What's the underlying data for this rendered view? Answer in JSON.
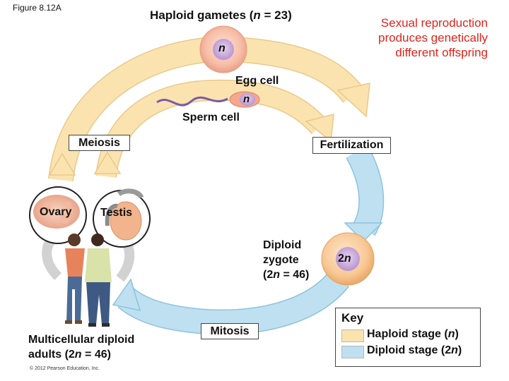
{
  "figure_label": "Figure 8.12A",
  "caption": [
    "Sexual reproduction",
    "produces genetically",
    "different offspring"
  ],
  "labels": {
    "haploid_gametes_prefix": "Haploid gametes (",
    "haploid_gametes_n": "n",
    "haploid_gametes_suffix": " = 23)",
    "egg_cell": "Egg cell",
    "sperm_cell": "Sperm cell",
    "egg_nucleus": "n",
    "sperm_nucleus": "n",
    "zygote_nucleus_prefix": "2",
    "zygote_nucleus_n": "n",
    "diploid_zygote_line1": "Diploid",
    "diploid_zygote_line2": "zygote",
    "diploid_zygote_line3_prefix": "(2",
    "diploid_zygote_line3_n": "n",
    "diploid_zygote_line3_suffix": " = 46)",
    "ovary": "Ovary",
    "testis": "Testis",
    "adults_line1": "Multicellular diploid",
    "adults_line2_prefix": "adults (2",
    "adults_line2_n": "n",
    "adults_line2_suffix": " = 46)"
  },
  "boxes": {
    "meiosis": "Meiosis",
    "fertilization": "Fertilization",
    "mitosis": "Mitosis"
  },
  "key": {
    "title": "Key",
    "haploid_prefix": "Haploid stage (",
    "haploid_n": "n",
    "haploid_suffix": ")",
    "diploid_prefix": "Diploid stage (2",
    "diploid_n": "n",
    "diploid_suffix": ")"
  },
  "colors": {
    "haploid_arrow": "#fbe3b0",
    "haploid_arrow_edge": "#e9c98a",
    "diploid_arrow": "#bfe0f0",
    "diploid_arrow_edge": "#8cc3df",
    "gray_arrow": "#d2d2d2",
    "caption_red": "#e0231b",
    "egg_outer": "#f6b8a0",
    "egg_nucleus": "#c9a7d9",
    "zygote_outer": "#f7c79a",
    "sperm_tail": "#7a5aa8"
  },
  "copyright": "© 2012 Pearson Education, Inc."
}
